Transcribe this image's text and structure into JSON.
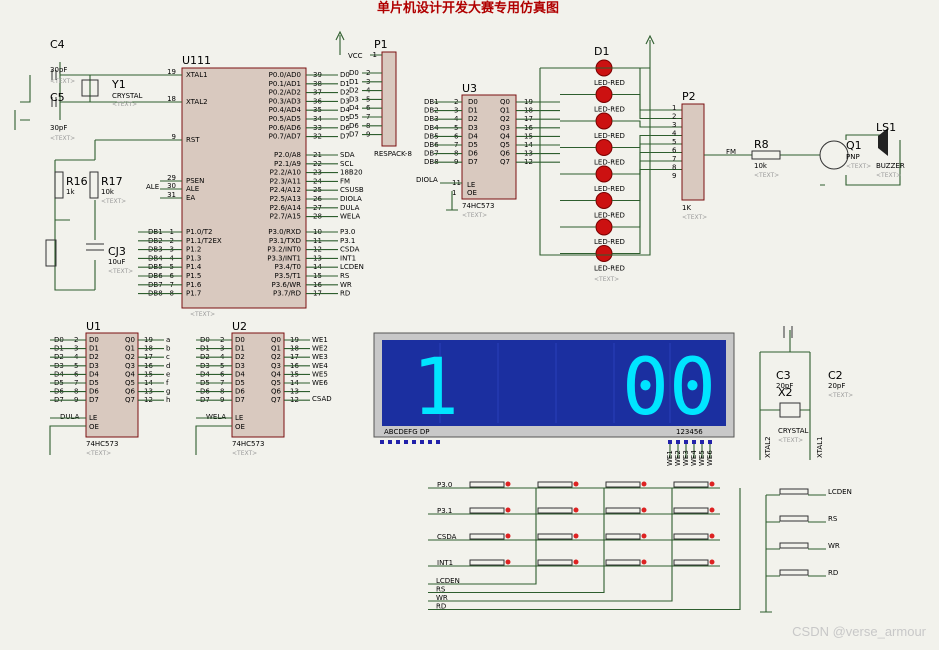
{
  "title": "单片机设计开发大赛专用仿真图",
  "watermark": "CSDN @verse_armour",
  "text_placeholder": "<TEXT>",
  "colors": {
    "wire": "#2e5e2e",
    "chip_fill": "#d9c9bf",
    "led": "#cc1111",
    "lcd_bg": "#1b2fa0",
    "segment": "#00e5ff",
    "title": "#b00000"
  },
  "mcu": {
    "ref": "U111",
    "left_pins": [
      [
        "19",
        "XTAL1"
      ],
      [
        "18",
        "XTAL2"
      ],
      [
        "9",
        "RST"
      ],
      [
        "29",
        "PSEN"
      ],
      [
        "30",
        "ALE"
      ],
      [
        "31",
        "EA"
      ]
    ],
    "right_p0": [
      [
        "39",
        "P0.0/AD0",
        "D0"
      ],
      [
        "38",
        "P0.1/AD1",
        "D1"
      ],
      [
        "37",
        "P0.2/AD2",
        "D2"
      ],
      [
        "36",
        "P0.3/AD3",
        "D3"
      ],
      [
        "35",
        "P0.4/AD4",
        "D4"
      ],
      [
        "34",
        "P0.5/AD5",
        "D5"
      ],
      [
        "33",
        "P0.6/AD6",
        "D6"
      ],
      [
        "32",
        "P0.7/AD7",
        "D7"
      ]
    ],
    "right_p2": [
      [
        "21",
        "P2.0/A8",
        "SDA"
      ],
      [
        "22",
        "P2.1/A9",
        "SCL"
      ],
      [
        "23",
        "P2.2/A10",
        "18B20"
      ],
      [
        "24",
        "P2.3/A11",
        "FM"
      ],
      [
        "25",
        "P2.4/A12",
        "CSUSB"
      ],
      [
        "26",
        "P2.5/A13",
        "DIOLA"
      ],
      [
        "27",
        "P2.6/A14",
        "DULA"
      ],
      [
        "28",
        "P2.7/A15",
        "WELA"
      ]
    ],
    "p1": [
      [
        "1",
        "P1.0/T2",
        "DB1"
      ],
      [
        "2",
        "P1.1/T2EX",
        "DB2"
      ],
      [
        "3",
        "P1.2",
        "DB3"
      ],
      [
        "4",
        "P1.3",
        "DB4"
      ],
      [
        "5",
        "P1.4",
        "DB5"
      ],
      [
        "6",
        "P1.5",
        "DB6"
      ],
      [
        "7",
        "P1.6",
        "DB7"
      ],
      [
        "8",
        "P1.7",
        "DB8"
      ]
    ],
    "p3": [
      [
        "10",
        "P3.0/RXD",
        "P3.0"
      ],
      [
        "11",
        "P3.1/TXD",
        "P3.1"
      ],
      [
        "12",
        "P3.2/INT0",
        "CSDA"
      ],
      [
        "13",
        "P3.3/INT1",
        "INT1"
      ],
      [
        "14",
        "P3.4/T0",
        "LCDEN"
      ],
      [
        "15",
        "P3.5/T1",
        "RS"
      ],
      [
        "16",
        "P3.6/WR",
        "WR"
      ],
      [
        "17",
        "P3.7/RD",
        "RD"
      ]
    ],
    "ale_net": "ALE"
  },
  "respack": {
    "ref": "P1",
    "value": "RESPACK-8",
    "vcc": "VCC",
    "pins": [
      "1",
      "2",
      "3",
      "4",
      "5",
      "6",
      "7",
      "8",
      "9"
    ],
    "nets": [
      "D0",
      "D1",
      "D2",
      "D3",
      "D4",
      "D5",
      "D6",
      "D7"
    ]
  },
  "crystal_y1": {
    "ref": "Y1",
    "value": "CRYSTAL"
  },
  "c4": {
    "ref": "C4",
    "value": "30pF"
  },
  "c5": {
    "ref": "C5",
    "value": "30pF"
  },
  "r16": {
    "ref": "R16",
    "value": "1k"
  },
  "r17": {
    "ref": "R17",
    "value": "10k"
  },
  "cj3": {
    "ref": "CJ3",
    "value": "10uF"
  },
  "u3": {
    "ref": "U3",
    "value": "74HC573",
    "inputs": [
      "D0",
      "D1",
      "D2",
      "D3",
      "D4",
      "D5",
      "D6",
      "D7"
    ],
    "outputs": [
      "Q0",
      "Q1",
      "Q2",
      "Q3",
      "Q4",
      "Q5",
      "Q6",
      "Q7"
    ],
    "in_pins": [
      "2",
      "3",
      "4",
      "5",
      "6",
      "7",
      "8",
      "9"
    ],
    "out_pins": [
      "19",
      "18",
      "17",
      "16",
      "15",
      "14",
      "13",
      "12"
    ],
    "nets": [
      "DB1",
      "DB2",
      "DB3",
      "DB4",
      "DB5",
      "DB6",
      "DB7",
      "DB8"
    ],
    "le": "LE",
    "oe": "OE",
    "le_pin": "11",
    "oe_pin": "1",
    "le_net": "DIOLA"
  },
  "leds": {
    "ref": "D1",
    "label": "LED-RED"
  },
  "p2": {
    "ref": "P2",
    "value": "1K",
    "pins": [
      "1",
      "2",
      "3",
      "4",
      "5",
      "6",
      "7",
      "8",
      "9"
    ]
  },
  "r8": {
    "ref": "R8",
    "value": "10k",
    "net": "FM"
  },
  "q1": {
    "ref": "Q1",
    "value": "PNP"
  },
  "ls1": {
    "ref": "LS1",
    "value": "BUZZER"
  },
  "u1": {
    "ref": "U1",
    "value": "74HC573",
    "nets": [
      "D0",
      "D1",
      "D2",
      "D3",
      "D4",
      "D5",
      "D6",
      "D7"
    ],
    "in_pins": [
      "2",
      "3",
      "4",
      "5",
      "6",
      "7",
      "8",
      "9"
    ],
    "out_pins": [
      "19",
      "18",
      "17",
      "16",
      "15",
      "14",
      "13",
      "12"
    ],
    "out_nets": [
      "a",
      "b",
      "c",
      "d",
      "e",
      "f",
      "g",
      "h"
    ],
    "le_net": "DULA"
  },
  "u2": {
    "ref": "U2",
    "value": "74HC573",
    "nets": [
      "D0",
      "D1",
      "D2",
      "D3",
      "D4",
      "D5",
      "D6",
      "D7"
    ],
    "in_pins": [
      "2",
      "3",
      "4",
      "5",
      "6",
      "7",
      "8",
      "9"
    ],
    "out_pins": [
      "19",
      "18",
      "17",
      "16",
      "15",
      "14",
      "13",
      "12"
    ],
    "out_nets": [
      "WE1",
      "WE2",
      "WE3",
      "WE4",
      "WE5",
      "WE6",
      "",
      ""
    ],
    "extra_net": "CSAD",
    "le_net": "WELA"
  },
  "display": {
    "digits_left": "1",
    "digits_right": "00",
    "seg_label": "ABCDEFG DP",
    "digit_label": "123456"
  },
  "x2": {
    "ref": "X2",
    "value": "CRYSTAL"
  },
  "c3": {
    "ref": "C3",
    "value": "20pF"
  },
  "c2": {
    "ref": "C2",
    "value": "20pF"
  },
  "xtal_nets": [
    "XTAL2",
    "XTAL1"
  ],
  "keypad": {
    "rows": [
      "P3.0",
      "P3.1",
      "CSDA",
      "INT1"
    ],
    "bus": [
      "LCDEN",
      "RS",
      "WR",
      "RD"
    ]
  },
  "side_keys": [
    "LCDEN",
    "RS",
    "WR",
    "RD"
  ]
}
